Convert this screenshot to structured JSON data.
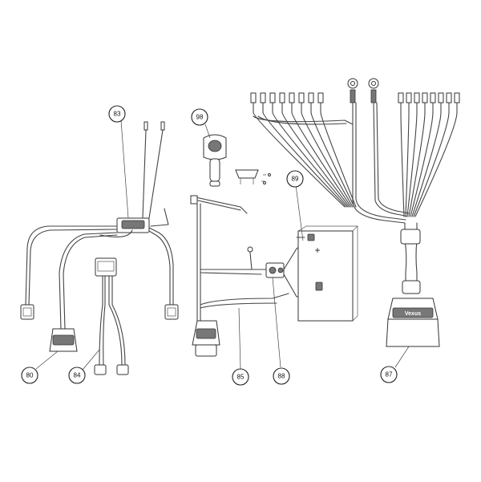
{
  "callouts": [
    {
      "id": "c83",
      "label": "83"
    },
    {
      "id": "c98",
      "label": "98"
    },
    {
      "id": "c89",
      "label": "89"
    },
    {
      "id": "c80",
      "label": "80"
    },
    {
      "id": "c84",
      "label": "84"
    },
    {
      "id": "c85",
      "label": "85"
    },
    {
      "id": "c88",
      "label": "88"
    },
    {
      "id": "c87",
      "label": "87"
    }
  ],
  "battery": {
    "plus_symbol": "+"
  },
  "connector_logo": "Vexus"
}
